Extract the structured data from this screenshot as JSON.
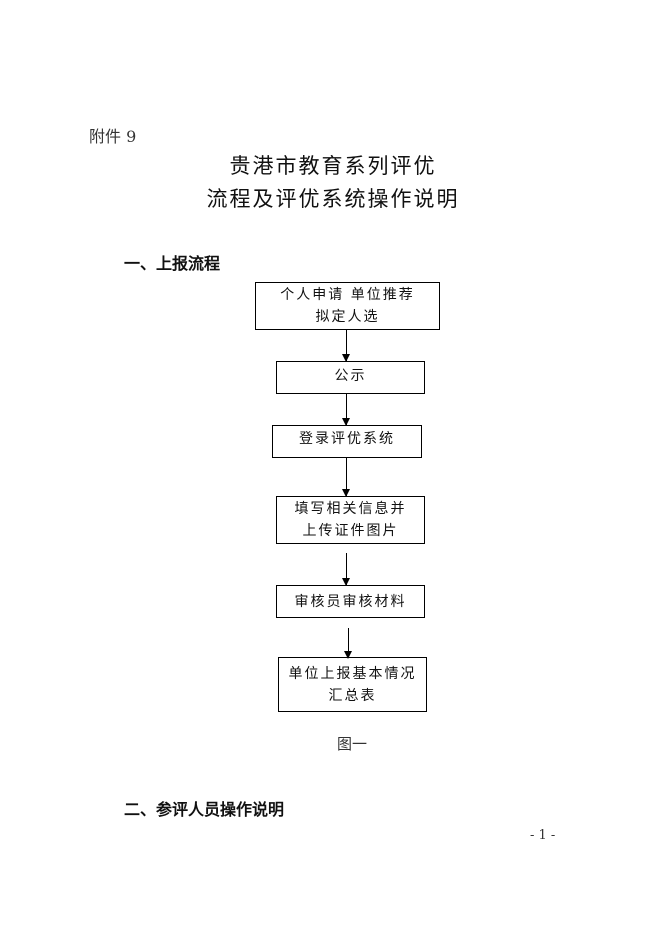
{
  "attachment": "附件 9",
  "title": {
    "line1": "贵港市教育系列评优",
    "line2": "流程及评优系统操作说明"
  },
  "section1": "一、上报流程",
  "flow": [
    {
      "line1": "个人申请  单位推荐",
      "line2": "拟定人选"
    },
    {
      "line1": "公示"
    },
    {
      "line1": "登录评优系统"
    },
    {
      "line1": "填写相关信息并",
      "line2": "上传证件图片"
    },
    {
      "line1": "审核员审核材料"
    },
    {
      "line1": "单位上报基本情况",
      "line2": "汇总表"
    }
  ],
  "caption": "图一",
  "section2": "二、参评人员操作说明",
  "page_number": "- 1 -"
}
